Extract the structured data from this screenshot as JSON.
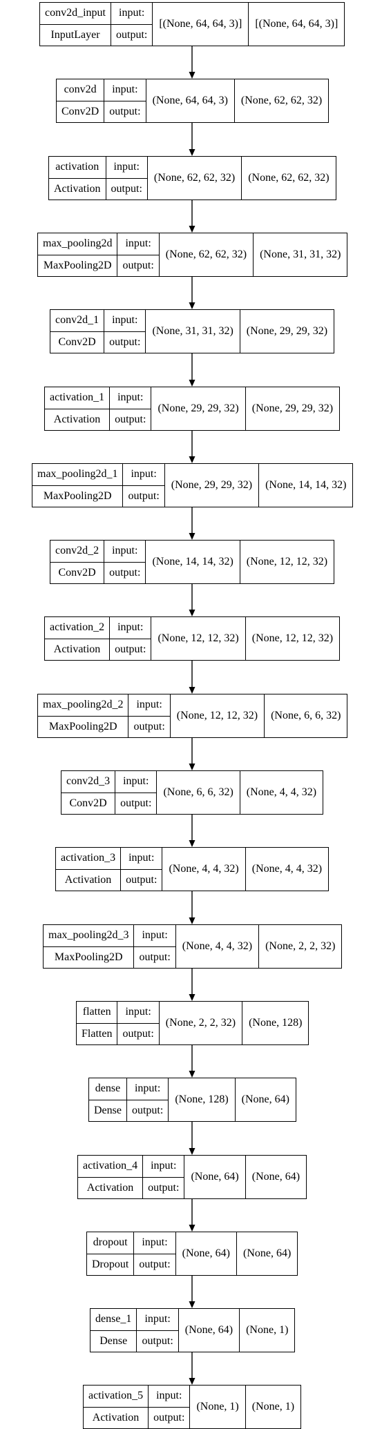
{
  "labels": {
    "input": "input:",
    "output": "output:"
  },
  "layers": [
    {
      "name": "conv2d_input",
      "type": "InputLayer",
      "input_shape": "[(None, 64, 64, 3)]",
      "output_shape": "[(None, 64, 64, 3)]"
    },
    {
      "name": "conv2d",
      "type": "Conv2D",
      "input_shape": "(None, 64, 64, 3)",
      "output_shape": "(None, 62, 62, 32)"
    },
    {
      "name": "activation",
      "type": "Activation",
      "input_shape": "(None, 62, 62, 32)",
      "output_shape": "(None, 62, 62, 32)"
    },
    {
      "name": "max_pooling2d",
      "type": "MaxPooling2D",
      "input_shape": "(None, 62, 62, 32)",
      "output_shape": "(None, 31, 31, 32)"
    },
    {
      "name": "conv2d_1",
      "type": "Conv2D",
      "input_shape": "(None, 31, 31, 32)",
      "output_shape": "(None, 29, 29, 32)"
    },
    {
      "name": "activation_1",
      "type": "Activation",
      "input_shape": "(None, 29, 29, 32)",
      "output_shape": "(None, 29, 29, 32)"
    },
    {
      "name": "max_pooling2d_1",
      "type": "MaxPooling2D",
      "input_shape": "(None, 29, 29, 32)",
      "output_shape": "(None, 14, 14, 32)"
    },
    {
      "name": "conv2d_2",
      "type": "Conv2D",
      "input_shape": "(None, 14, 14, 32)",
      "output_shape": "(None, 12, 12, 32)"
    },
    {
      "name": "activation_2",
      "type": "Activation",
      "input_shape": "(None, 12, 12, 32)",
      "output_shape": "(None, 12, 12, 32)"
    },
    {
      "name": "max_pooling2d_2",
      "type": "MaxPooling2D",
      "input_shape": "(None, 12, 12, 32)",
      "output_shape": "(None, 6, 6, 32)"
    },
    {
      "name": "conv2d_3",
      "type": "Conv2D",
      "input_shape": "(None, 6, 6, 32)",
      "output_shape": "(None, 4, 4, 32)"
    },
    {
      "name": "activation_3",
      "type": "Activation",
      "input_shape": "(None, 4, 4, 32)",
      "output_shape": "(None, 4, 4, 32)"
    },
    {
      "name": "max_pooling2d_3",
      "type": "MaxPooling2D",
      "input_shape": "(None, 4, 4, 32)",
      "output_shape": "(None, 2, 2, 32)"
    },
    {
      "name": "flatten",
      "type": "Flatten",
      "input_shape": "(None, 2, 2, 32)",
      "output_shape": "(None, 128)"
    },
    {
      "name": "dense",
      "type": "Dense",
      "input_shape": "(None, 128)",
      "output_shape": "(None, 64)"
    },
    {
      "name": "activation_4",
      "type": "Activation",
      "input_shape": "(None, 64)",
      "output_shape": "(None, 64)"
    },
    {
      "name": "dropout",
      "type": "Dropout",
      "input_shape": "(None, 64)",
      "output_shape": "(None, 64)"
    },
    {
      "name": "dense_1",
      "type": "Dense",
      "input_shape": "(None, 64)",
      "output_shape": "(None, 1)"
    },
    {
      "name": "activation_5",
      "type": "Activation",
      "input_shape": "(None, 1)",
      "output_shape": "(None, 1)"
    }
  ]
}
